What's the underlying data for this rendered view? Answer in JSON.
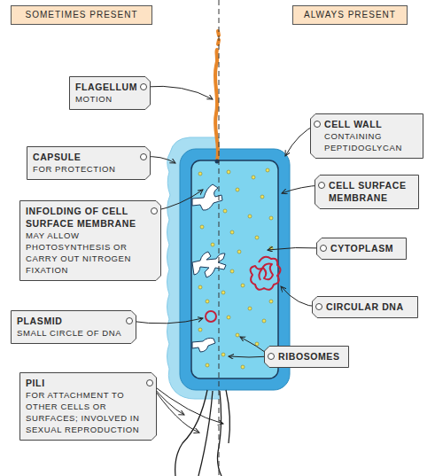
{
  "diagram": {
    "nodes": [
      {
        "text": [
          "SOMETIMES PRESENT"
        ]
      },
      {
        "text": [
          "ALWAYS PRESENT"
        ]
      },
      {
        "text": [
          "FLAGELLUM",
          "MOTION"
        ]
      },
      {
        "text": [
          "CELL WALL",
          "CONTAINING PEPTIDOGLYCAN"
        ]
      },
      {
        "text": [
          "CAPSULE",
          "FOR PROTECTION"
        ]
      },
      {
        "text": [
          "CELL SURFACE MEMBRANE"
        ]
      },
      {
        "text": [
          "INFOLDING OF CELL SURFACE MEMBRANE",
          "MAY ALLOW PHOTOSYNTHESIS OR CARRY OUT NITROGEN FIXATION"
        ]
      },
      {
        "text": [
          "CYTOPLASM"
        ]
      },
      {
        "text": [
          "CIRCULAR DNA"
        ]
      },
      {
        "text": [
          "PLASMID",
          "SMALL CIRCLE OF DNA"
        ]
      },
      {
        "text": [
          "RIBOSOMES"
        ]
      },
      {
        "text": [
          "PILI",
          "FOR ATTACHMENT TO OTHER CELLS OR SURFACES; INVOLVED IN SEXUAL REPRODUCTION"
        ]
      }
    ]
  }
}
